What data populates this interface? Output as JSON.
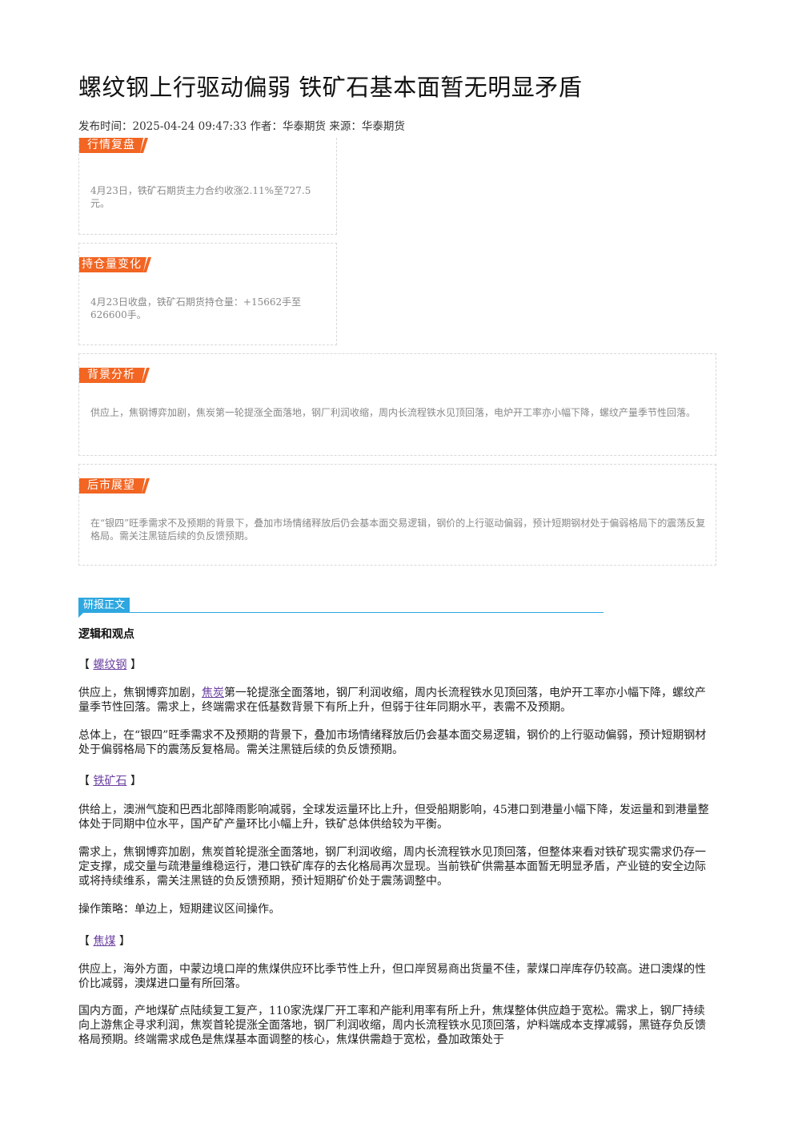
{
  "article": {
    "title": "螺纹钢上行驱动偏弱 铁矿石基本面暂无明显矛盾",
    "meta": "发布时间：2025-04-24 09:47:33 作者：华泰期货 来源：华泰期货"
  },
  "cards": {
    "market_review": {
      "label": "行情复盘",
      "text": "4月23日，铁矿石期货主力合约收涨2.11%至727.5元。"
    },
    "open_interest": {
      "label": "持仓量变化",
      "text": "4月23日收盘，铁矿石期货持仓量：+15662手至626600手。"
    },
    "background": {
      "label": "背景分析",
      "text": "供应上，焦钢博弈加剧，焦炭第一轮提涨全面落地，钢厂利润收缩，周内长流程铁水见顶回落，电炉开工率亦小幅下降，螺纹产量季节性回落。"
    },
    "outlook": {
      "label": "后市展望",
      "text": "在“银四”旺季需求不及预期的背景下，叠加市场情绪释放后仍会基本面交易逻辑，钢价的上行驱动偏弱，预计短期钢材处于偏弱格局下的震荡反复格局。需关注黑链后续的负反馈预期。"
    }
  },
  "report": {
    "section_label": "研报正文",
    "heading": "逻辑和观点",
    "bracket_open": "【",
    "bracket_close": "】",
    "rebar": {
      "link": "螺纹钢",
      "p1_pre": "供应上，焦钢博弈加剧，",
      "p1_link": "焦炭",
      "p1_post": "第一轮提涨全面落地，钢厂利润收缩，周内长流程铁水见顶回落，电炉开工率亦小幅下降，螺纹产量季节性回落。需求上，终端需求在低基数背景下有所上升，但弱于往年同期水平，表需不及预期。",
      "p2": "总体上，在“银四”旺季需求不及预期的背景下，叠加市场情绪释放后仍会基本面交易逻辑，钢价的上行驱动偏弱，预计短期钢材处于偏弱格局下的震荡反复格局。需关注黑链后续的负反馈预期。"
    },
    "iron_ore": {
      "link": "铁矿石",
      "p1": "供给上，澳洲气旋和巴西北部降雨影响减弱，全球发运量环比上升，但受船期影响，45港口到港量小幅下降，发运量和到港量整体处于同期中位水平，国产矿产量环比小幅上升，铁矿总体供给较为平衡。",
      "p2": "需求上，焦钢博弈加剧，焦炭首轮提涨全面落地，钢厂利润收缩，周内长流程铁水见顶回落，但整体来看对铁矿现实需求仍存一定支撑，成交量与疏港量维稳运行，港口铁矿库存的去化格局再次显现。当前铁矿供需基本面暂无明显矛盾，产业链的安全边际或将持续维系，需关注黑链的负反馈预期，预计短期矿价处于震荡调整中。",
      "p3": "操作策略：单边上，短期建议区间操作。"
    },
    "coking_coal": {
      "link": "焦煤",
      "p1": "供应上，海外方面，中蒙边境口岸的焦煤供应环比季节性上升，但口岸贸易商出货量不佳，蒙煤口岸库存仍较高。进口澳煤的性价比减弱，澳煤进口量有所回落。",
      "p2": "国内方面，产地煤矿点陆续复工复产，110家洗煤厂开工率和产能利用率有所上升，焦煤整体供应趋于宽松。需求上，钢厂持续向上游焦企寻求利润，焦炭首轮提涨全面落地，钢厂利润收缩，周内长流程铁水见顶回落，炉料端成本支撑减弱，黑链存负反馈格局预期。终端需求成色是焦煤基本面调整的核心，焦煤供需趋于宽松，叠加政策处于"
    }
  },
  "colors": {
    "tag_orange": "#f26522",
    "tag_blue": "#2ea7e0",
    "link_purple": "#6b3fa0"
  }
}
